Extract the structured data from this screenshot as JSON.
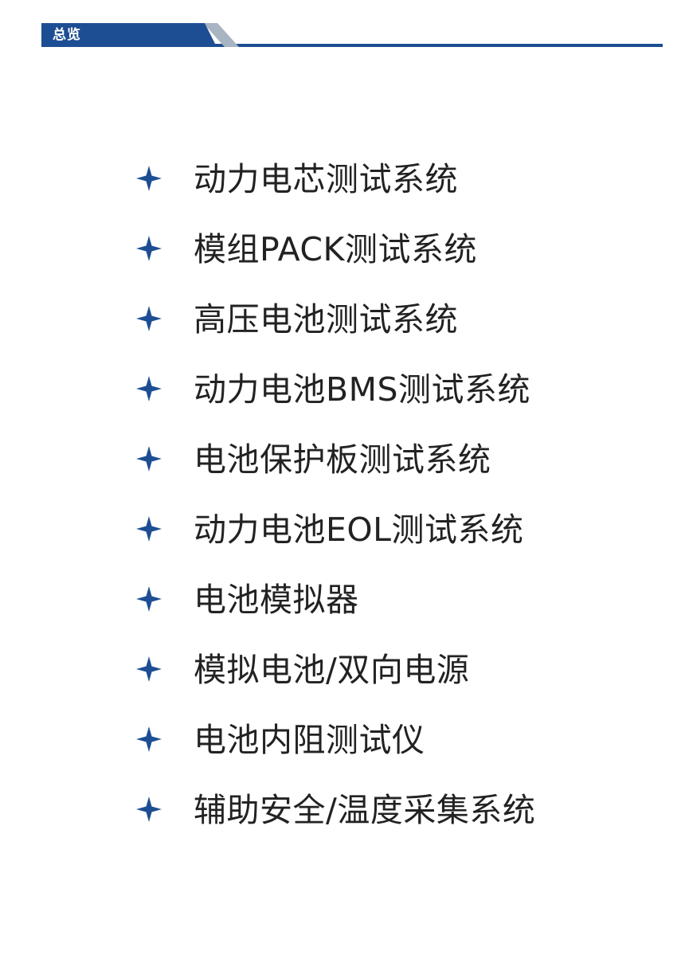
{
  "header": {
    "title": "总览",
    "primary_color": "#1d4e93",
    "shadow_color": "#a9b4c2"
  },
  "list": {
    "bullet_icon": "four-point-star-icon",
    "bullet_color": "#1d4e93",
    "items": [
      {
        "label": "动力电芯测试系统"
      },
      {
        "label": "模组PACK测试系统"
      },
      {
        "label": "高压电池测试系统"
      },
      {
        "label": "动力电池BMS测试系统"
      },
      {
        "label": "电池保护板测试系统"
      },
      {
        "label": "动力电池EOL测试系统"
      },
      {
        "label": "电池模拟器"
      },
      {
        "label": "模拟电池/双向电源"
      },
      {
        "label": "电池内阻测试仪"
      },
      {
        "label": "辅助安全/温度采集系统"
      }
    ]
  }
}
